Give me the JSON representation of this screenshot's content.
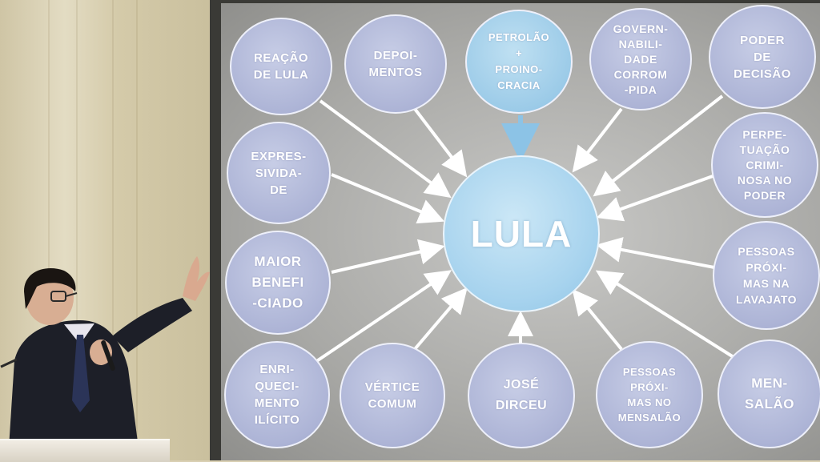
{
  "diagram": {
    "center": {
      "label": "LULA"
    },
    "nodes": [
      {
        "id": "reacao",
        "label": "REAÇÃO\nDE LULA",
        "tone": "purple"
      },
      {
        "id": "depoimentos",
        "label": "DEPOI-\nMENTOS",
        "tone": "purple"
      },
      {
        "id": "petrolao",
        "label": "PETROLÃO\n+\nPROINO-\nCRACIA",
        "tone": "blue"
      },
      {
        "id": "governabilidade",
        "label": "GOVERN-\nNABILI-\nDADE\nCORROM\n-PIDA",
        "tone": "purple"
      },
      {
        "id": "poder",
        "label": "PODER\nDE\nDECISÃO",
        "tone": "purple"
      },
      {
        "id": "expressividade",
        "label": "EXPRES-\nSIVIDA-\nDE",
        "tone": "purple"
      },
      {
        "id": "perpetuacao",
        "label": "PERPE-\nTUAÇÃO\nCRIMI-\nNOSA NO\nPODER",
        "tone": "purple"
      },
      {
        "id": "maior",
        "label": "MAIOR\nBENEFI\n-CIADO",
        "tone": "purple"
      },
      {
        "id": "pessoas_lavajato",
        "label": "PESSOAS\nPRÓXI-\nMAS NA\nLAVAJATO",
        "tone": "purple"
      },
      {
        "id": "enriquecimento",
        "label": "ENRI-\nQUECI-\nMENTO\nILÍCITO",
        "tone": "purple"
      },
      {
        "id": "vertice",
        "label": "VÉRTICE\nCOMUM",
        "tone": "purple"
      },
      {
        "id": "jose",
        "label": "JOSÉ\nDIRCEU",
        "tone": "purple"
      },
      {
        "id": "pessoas_mensalao",
        "label": "PESSOAS\nPRÓXI-\nMAS NO\nMENSALÃO",
        "tone": "purple"
      },
      {
        "id": "mensalao",
        "label": "MEN-\nSALÃO",
        "tone": "purple"
      }
    ]
  },
  "colors": {
    "node_purple": "#adb4d6",
    "node_blue": "#9ccbe8",
    "arrow": "#ffffff",
    "arrow_blue": "#8cc3e6"
  }
}
